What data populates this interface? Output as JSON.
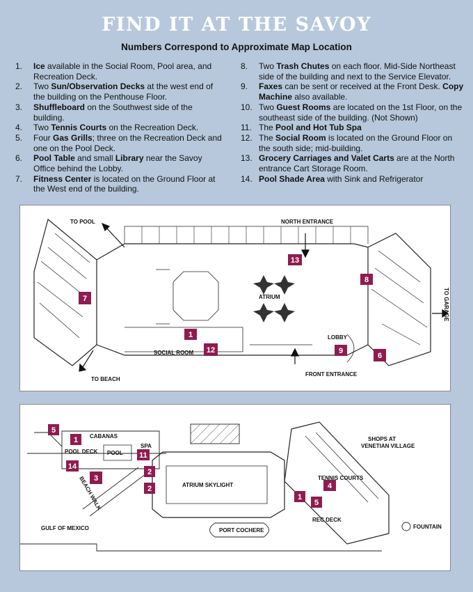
{
  "title": "FIND IT AT THE SAVOY",
  "subtitle": "Numbers Correspond to Approximate Map Location",
  "legend_left": [
    {
      "num": "1.",
      "parts": [
        {
          "b": "Ice"
        },
        {
          "t": " available in the Social Room, Pool area, and Recreation Deck."
        }
      ]
    },
    {
      "num": "2.",
      "parts": [
        {
          "t": "Two "
        },
        {
          "b": "Sun/Observation Decks"
        },
        {
          "t": " at the west end of the building on the Penthouse Floor."
        }
      ]
    },
    {
      "num": "3.",
      "parts": [
        {
          "b": "Shuffleboard"
        },
        {
          "t": " on the Southwest side of the building."
        }
      ]
    },
    {
      "num": "4.",
      "parts": [
        {
          "t": "Two "
        },
        {
          "b": "Tennis Courts"
        },
        {
          "t": " on the Recreation Deck."
        }
      ]
    },
    {
      "num": "5.",
      "parts": [
        {
          "t": "Four "
        },
        {
          "b": "Gas Grills"
        },
        {
          "t": "; three on the Recreation Deck and one on the Pool Deck."
        }
      ]
    },
    {
      "num": "6.",
      "parts": [
        {
          "b": "Pool Table"
        },
        {
          "t": " and small "
        },
        {
          "b": "Library"
        },
        {
          "t": " near the Savoy Office behind the Lobby."
        }
      ]
    },
    {
      "num": "7.",
      "parts": [
        {
          "b": "Fitness Center"
        },
        {
          "t": " is located on the Ground Floor at the West end of the building."
        }
      ]
    }
  ],
  "legend_right": [
    {
      "num": "8.",
      "parts": [
        {
          "t": "Two "
        },
        {
          "b": "Trash Chutes"
        },
        {
          "t": " on each floor. Mid-Side Northeast side of the building and next to the Service Elevator."
        }
      ]
    },
    {
      "num": "9.",
      "parts": [
        {
          "b": "Faxes"
        },
        {
          "t": " can be sent or received at the Front Desk. "
        },
        {
          "b": "Copy Machine"
        },
        {
          "t": " also available."
        }
      ]
    },
    {
      "num": "10.",
      "parts": [
        {
          "t": "Two "
        },
        {
          "b": "Guest Rooms"
        },
        {
          "t": " are located on the 1st Floor, on the southeast side of the building. (Not Shown)"
        }
      ]
    },
    {
      "num": "11.",
      "parts": [
        {
          "t": "The "
        },
        {
          "b": "Pool and Hot Tub Spa"
        }
      ]
    },
    {
      "num": "12.",
      "parts": [
        {
          "t": "The "
        },
        {
          "b": "Social Room"
        },
        {
          "t": " is located on the Ground Floor on the south side; mid-building."
        }
      ]
    },
    {
      "num": "13.",
      "parts": [
        {
          "b": "Grocery Carriages and Valet Carts"
        },
        {
          "t": " are at the North entrance Cart Storage Room."
        }
      ]
    },
    {
      "num": "14.",
      "parts": [
        {
          "b": "Pool Shade Area"
        },
        {
          "t": " with Sink and Refrigerator"
        }
      ]
    }
  ],
  "map1": {
    "labels": {
      "to_pool": "TO POOL",
      "north_entrance": "NORTH ENTRANCE",
      "atrium": "ATRIUM",
      "to_garage": "TO GARAGE",
      "lobby": "LOBBY",
      "social_room": "SOCIAL ROOM",
      "to_beach": "TO BEACH",
      "front_entrance": "FRONT ENTRANCE"
    },
    "markers": {
      "m13": "13",
      "m8": "8",
      "m7": "7",
      "m1": "1",
      "m12": "12",
      "m9": "9",
      "m6": "6"
    }
  },
  "map2": {
    "labels": {
      "cabanas": "CABANAS",
      "spa": "SPA",
      "pool": "POOL",
      "pool_deck": "POOL DECK",
      "beach_walk": "BEACH WALK",
      "atrium_skylight": "ATRIUM SKYLIGHT",
      "shops": "SHOPS AT",
      "venetian": "VENETIAN VILLAGE",
      "tennis_courts": "TENNIS COURTS",
      "rec_deck": "REC DECK",
      "gulf": "GULF OF MEXICO",
      "port_cochere": "PORT COCHERE",
      "fountain": "FOUNTAIN"
    },
    "markers": {
      "m5a": "5",
      "m1a": "1",
      "m11": "11",
      "m14": "14",
      "m3": "3",
      "m2a": "2",
      "m2b": "2",
      "m4": "4",
      "m1b": "1",
      "m5b": "5"
    }
  },
  "colors": {
    "background": "#b7c8dc",
    "marker": "#8e1c50",
    "panel": "#ffffff"
  }
}
